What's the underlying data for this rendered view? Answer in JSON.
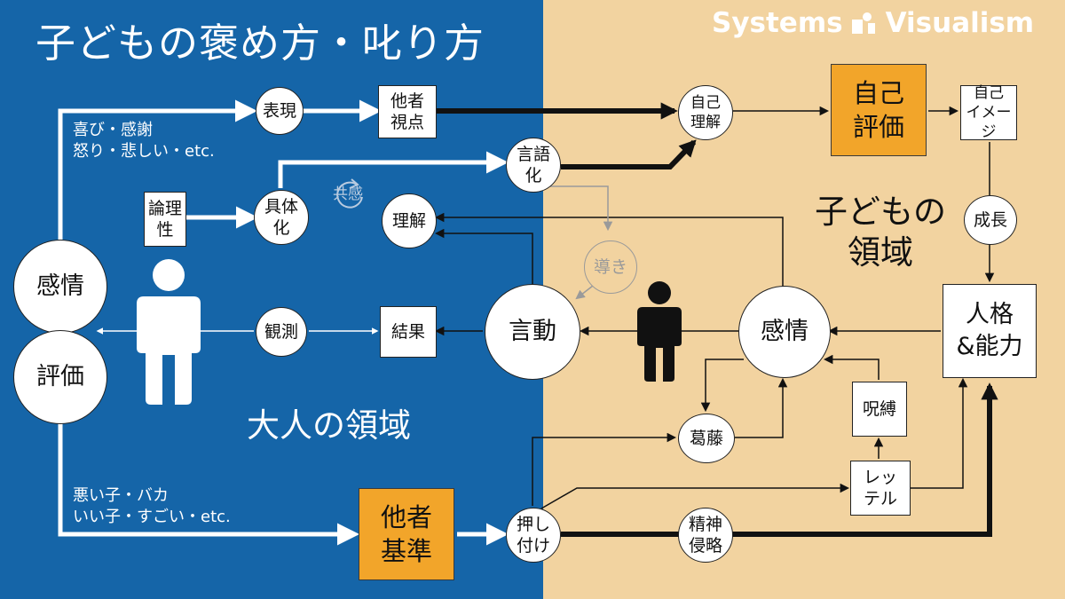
{
  "header": {
    "title": "子どもの褒め方・叱り方",
    "brand_left": "Systems",
    "brand_right": "Visualism",
    "brand_icon": "systems-visualism-logo-icon"
  },
  "regions": {
    "adult": "大人の領域",
    "child": "子どもの\n領域"
  },
  "notes": {
    "positive_emotions": "喜び・感謝\n怒り・悲しい・etc.",
    "labels_praise": "悪い子・バカ\nいい子・すごい・etc."
  },
  "nodes": {
    "kanjo_left": "感情",
    "hyoka_left": "評価",
    "hyogen": "表現",
    "tasha_shiten": "他者\n視点",
    "jiko_rikai": "自己\n理解",
    "jiko_hyoka": "自己\n評価",
    "jiko_image": "自己\nイメージ",
    "gengo_ka": "言語\n化",
    "ronri_sei": "論理\n性",
    "gutai_ka": "具体\n化",
    "kyokan": "共感",
    "rikai": "理解",
    "michibiki": "導き",
    "seicho": "成長",
    "kansoku": "観測",
    "kekka": "結果",
    "gendo": "言動",
    "kanjo_child": "感情",
    "jinkaku_noryoku": "人格\n&能力",
    "jubaku": "呪縛",
    "katto": "葛藤",
    "label_tsuke": "レッ\nテル",
    "tasha_kijun": "他者\n基準",
    "oshitsuke": "押し\n付け",
    "seishin_shinryaku": "精神\n侵略"
  },
  "colors": {
    "adult_background": "#1565a8",
    "child_background": "#f2d3a0",
    "highlight_orange": "#f2a52a",
    "ghost_gray": "#9a9a9a"
  }
}
